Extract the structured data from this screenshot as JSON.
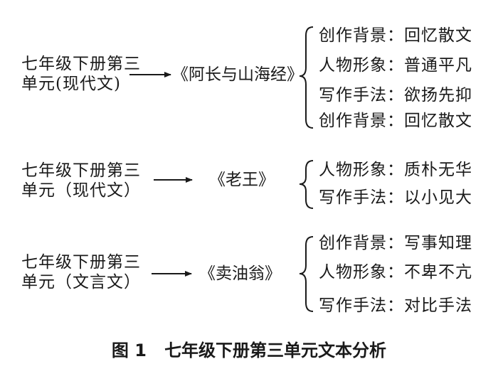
{
  "groups": [
    {
      "source_line1": "七年级下册第三",
      "source_line2": "单元(现代文)",
      "work": "《阿长与山海经》",
      "items": [
        "创作背景：回忆散文",
        "人物形象：普通平凡",
        "写作手法：欲扬先抑",
        "创作背景：回忆散文"
      ]
    },
    {
      "source_line1": "七年级下册第三",
      "source_line2": "单元（现代文）",
      "work": "《老王》",
      "items": [
        "人物形象：质朴无华",
        "写作手法：以小见大"
      ]
    },
    {
      "source_line1": "七年级下册第三",
      "source_line2": "单元（文言文）",
      "work": "《卖油翁》",
      "items": [
        "创作背景：写事知理",
        "人物形象：不卑不亢",
        "写作手法：对比手法"
      ]
    }
  ],
  "caption": {
    "figure_label": "图 1",
    "title": "七年级下册第三单元文本分析"
  }
}
